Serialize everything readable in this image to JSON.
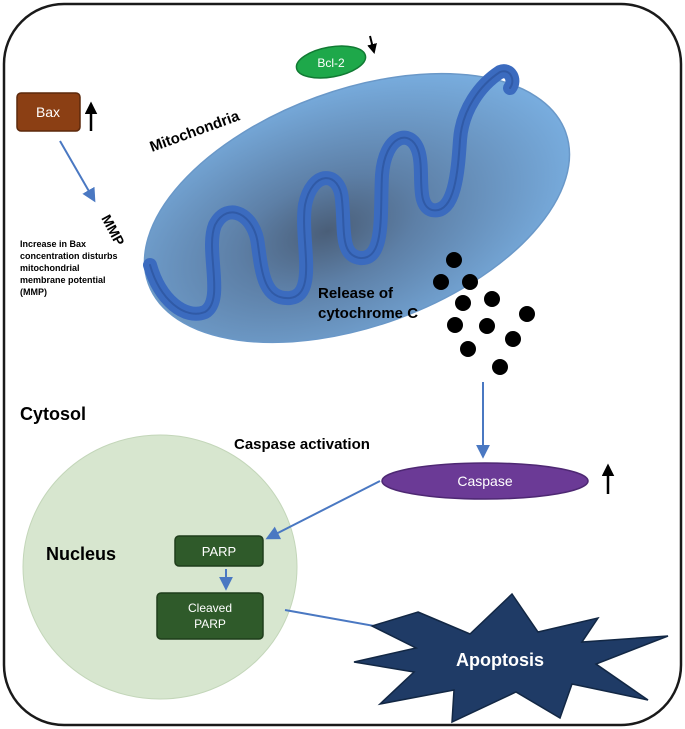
{
  "mitochondria_label": "Mitochondria",
  "mmp_label": "MMP",
  "bcl2_label": "Bcl-2",
  "bax_label": "Bax",
  "bax_note": [
    "Increase in Bax",
    "concentration disturbs",
    "mitochondrial",
    "membrane potential",
    "(MMP)"
  ],
  "release_label": [
    "Release of",
    "cytochrome C"
  ],
  "cytosol_label": "Cytosol",
  "caspase_activation_label": "Caspase activation",
  "caspase_label": "Caspase",
  "nucleus_label": "Nucleus",
  "parp_label": "PARP",
  "cleaved_parp_label": [
    "Cleaved",
    "PARP"
  ],
  "apoptosis_label": "Apoptosis",
  "colors": {
    "mito_fill": "#6fa3d6",
    "mito_core": "#4a5e78",
    "cristae": "#3b6bbf",
    "bax_box": "#8b3f14",
    "bcl2_fill": "#1ea84a",
    "caspase_fill": "#6b3a96",
    "nucleus_fill": "#d7e6cf",
    "parp_box": "#2f5a2a",
    "apoptosis_fill": "#1f3b66",
    "arrow": "#4a78c2"
  },
  "icons": {
    "bax_trend": "up-arrow-icon",
    "bcl2_trend": "down-arrow-icon",
    "caspase_trend": "up-arrow-icon"
  }
}
